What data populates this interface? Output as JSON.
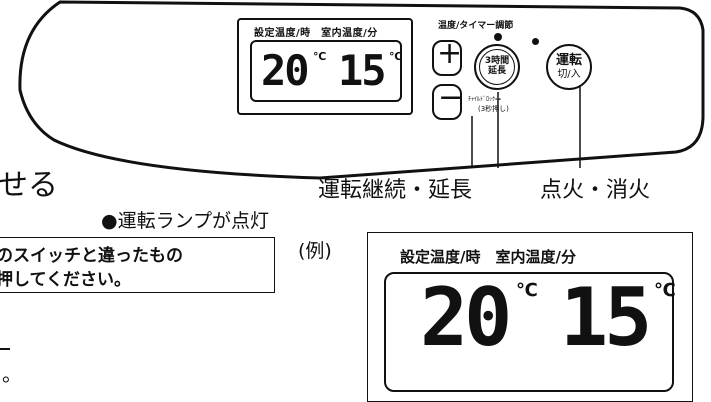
{
  "panel": {
    "lcd_caption": "設定温度/時　室内温度/分",
    "set_temp": "20",
    "room_temp": "15",
    "unit": "℃",
    "adjust_label": "温度/タイマー調節",
    "plus": "+",
    "minus": "−",
    "extend_button": {
      "line1": "3時間",
      "line2": "延長"
    },
    "child_lock_label": "ﾁｬｲﾙﾄﾞﾛｯｸ",
    "child_lock_hold": "(3秒押し)",
    "power_button": {
      "line1": "運転",
      "line2": "切/入"
    }
  },
  "callouts": {
    "extend": "運転継続・延長",
    "power": "点火・消火"
  },
  "body": {
    "heading_fragment": "せる",
    "lamp_note": "●運転ランプが点灯",
    "note_line1": "のスイッチと違ったもの",
    "note_line2": "押してください。",
    "trailing": "。"
  },
  "example": {
    "label": "(例)",
    "caption": "設定温度/時　室内温度/分",
    "set_temp": "20",
    "room_temp": "15",
    "unit": "℃"
  }
}
